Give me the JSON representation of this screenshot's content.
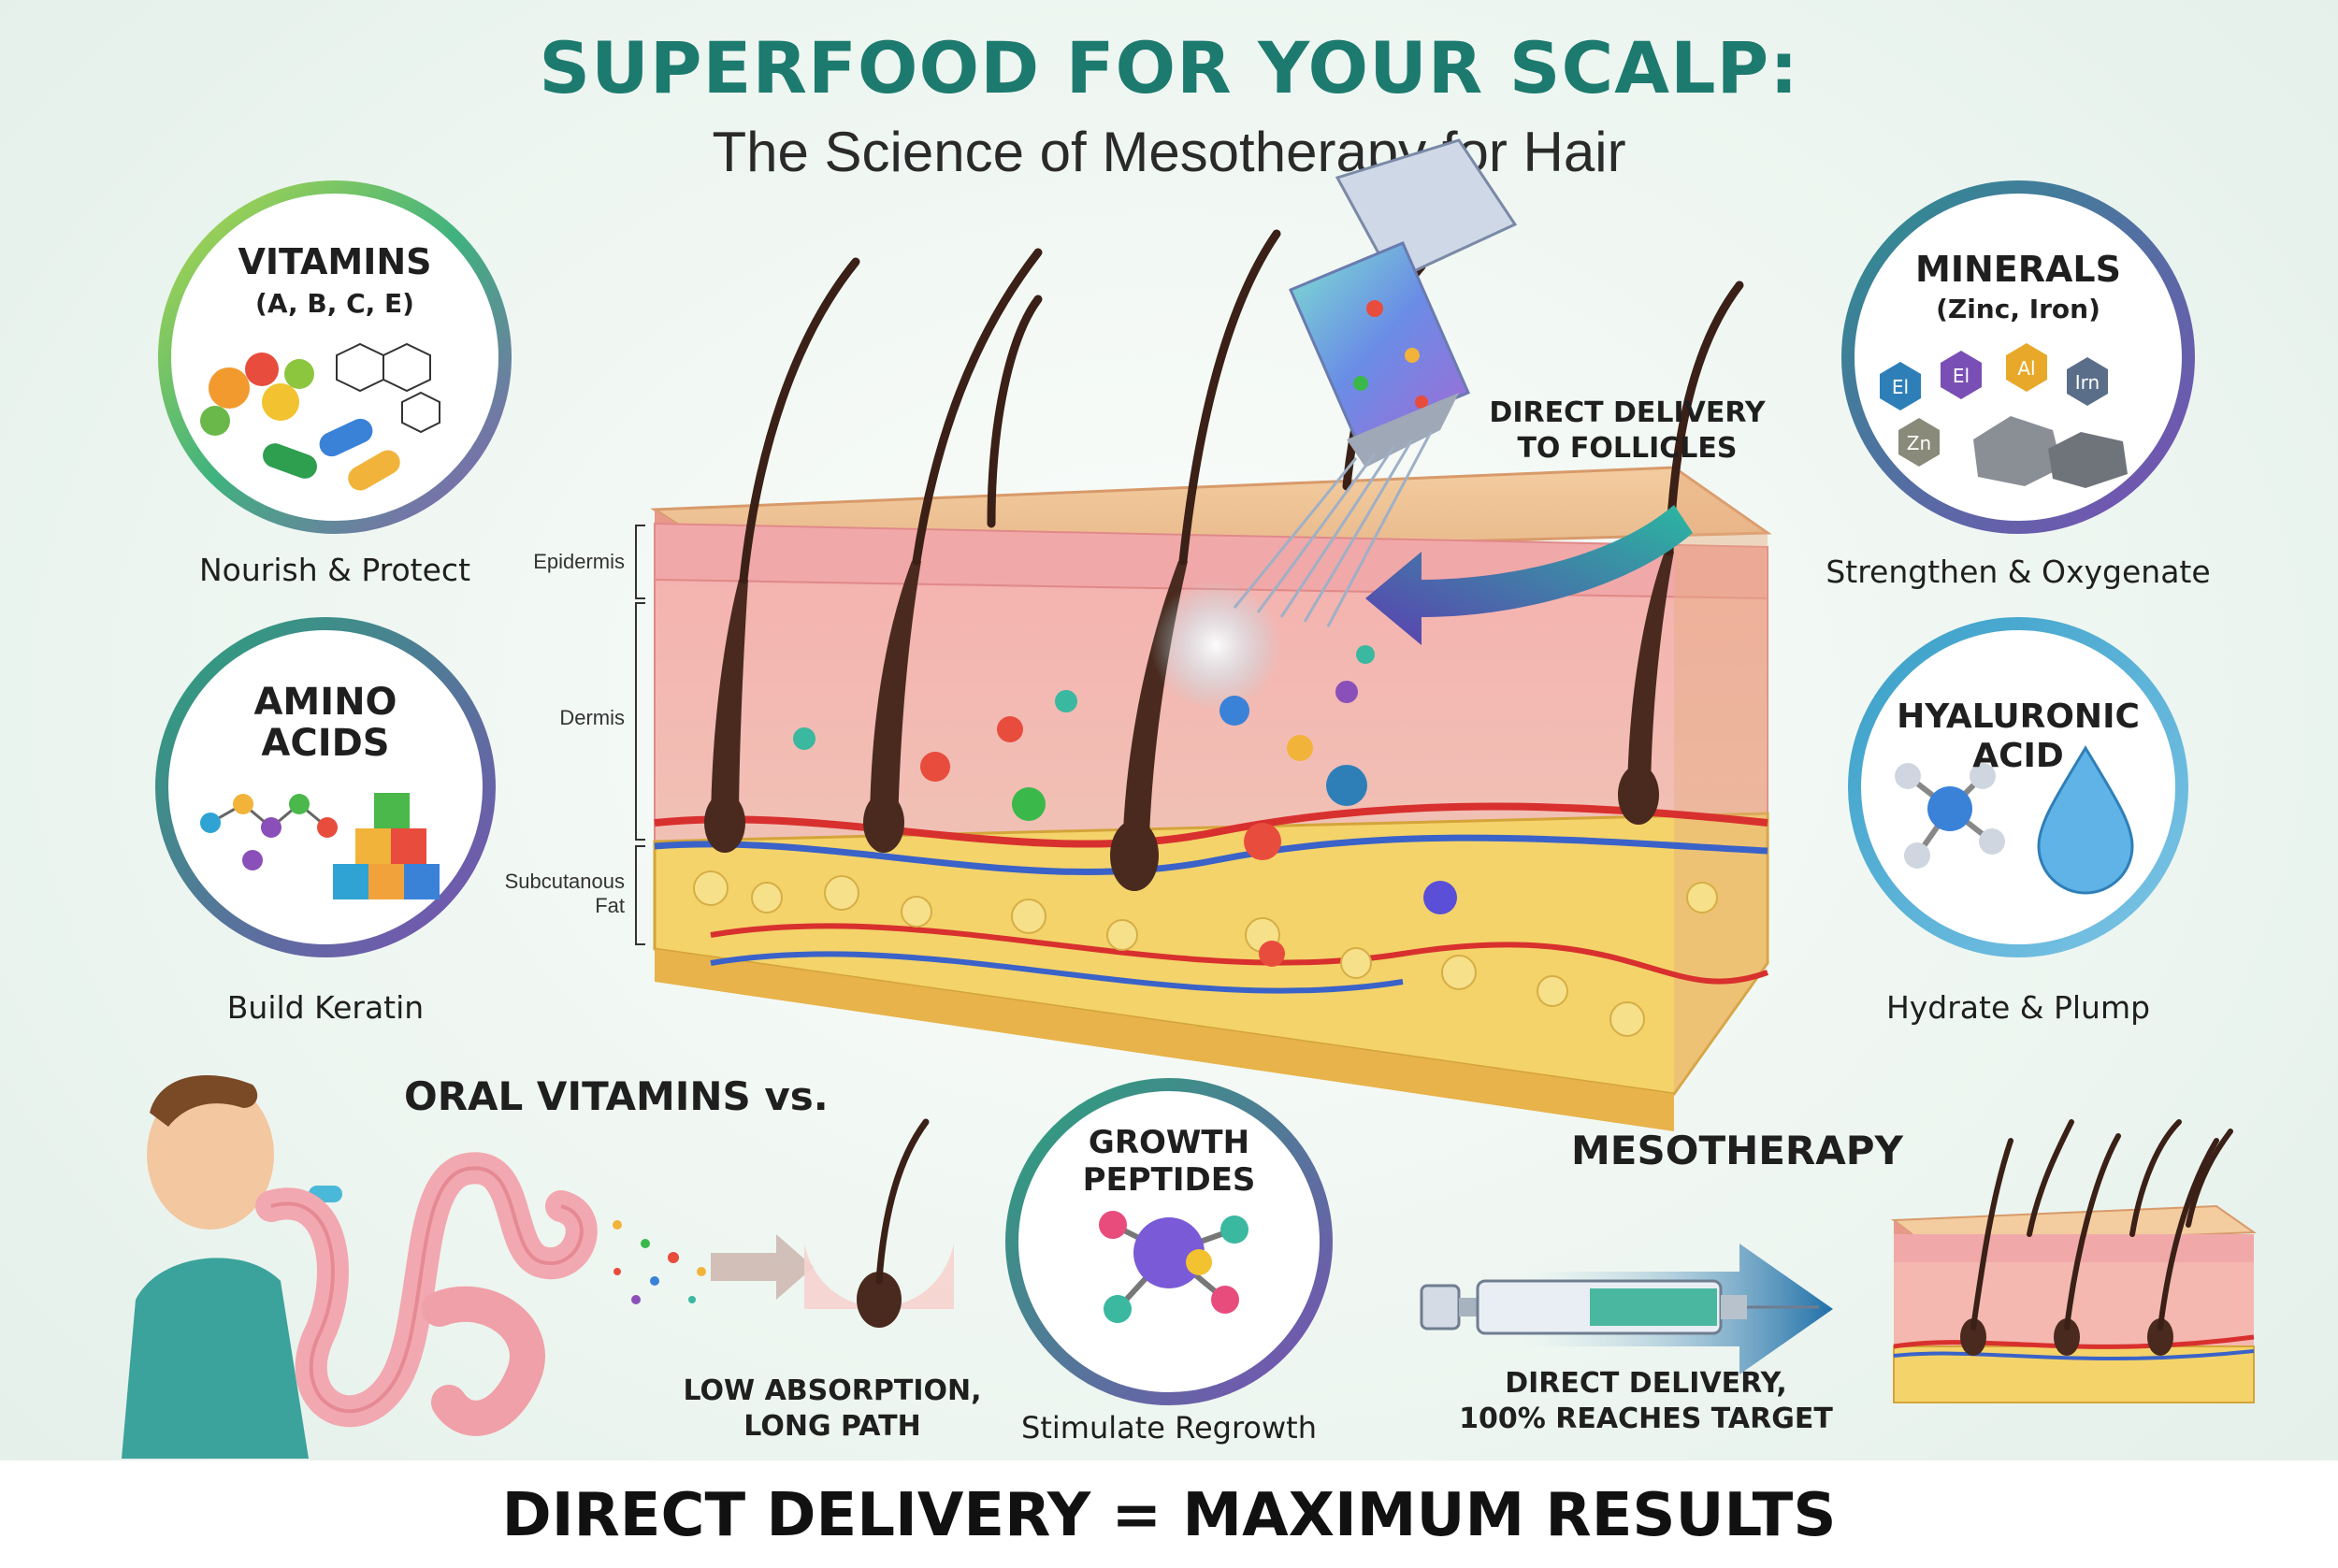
{
  "header": {
    "title": "SUPERFOOD FOR YOUR SCALP:",
    "subtitle": "The Science of Mesotherapy for Hair"
  },
  "badges": {
    "vitamins": {
      "title": "VITAMINS",
      "subtitle": "(A, B, C, E)",
      "caption": "Nourish & Protect"
    },
    "amino": {
      "title_line1": "AMINO",
      "title_line2": "ACIDS",
      "caption": "Build Keratin"
    },
    "minerals": {
      "title": "MINERALS",
      "subtitle": "(Zinc, Iron)",
      "caption": "Strengthen & Oxygenate",
      "elements": [
        "El",
        "El",
        "Al",
        "Irn",
        "Zn"
      ]
    },
    "hyaluronic": {
      "title_line1": "HYALURONIC",
      "title_line2": "ACID",
      "caption": "Hydrate & Plump"
    },
    "peptides": {
      "title_line1": "GROWTH",
      "title_line2": "PEPTIDES",
      "caption": "Stimulate Regrowth"
    }
  },
  "skin_diagram": {
    "layers": {
      "epidermis": "Epidermis",
      "dermis": "Dermis",
      "fat_line1": "Subcutanous",
      "fat_line2": "Fat"
    },
    "callout_line1": "DIRECT DELIVERY",
    "callout_line2": "TO FOLLICLES"
  },
  "comparison": {
    "oral_heading": "ORAL VITAMINS vs.",
    "oral_caption_line1": "LOW ABSORPTION,",
    "oral_caption_line2": "LONG PATH",
    "meso_heading": "MESOTHERAPY",
    "meso_caption_line1": "DIRECT DELIVERY,",
    "meso_caption_line2": "100% REACHES TARGET"
  },
  "footer": {
    "text": "DIRECT DELIVERY = MAXIMUM RESULTS"
  },
  "colors": {
    "title": "#1d7a6e",
    "ring_vitamins": "#8cc63f",
    "ring_amino": "#2aa37a",
    "ring_minerals": "#2f7fa6",
    "ring_hyaluronic": "#4a9fd6",
    "ring_peptides": "#2aa37a"
  }
}
